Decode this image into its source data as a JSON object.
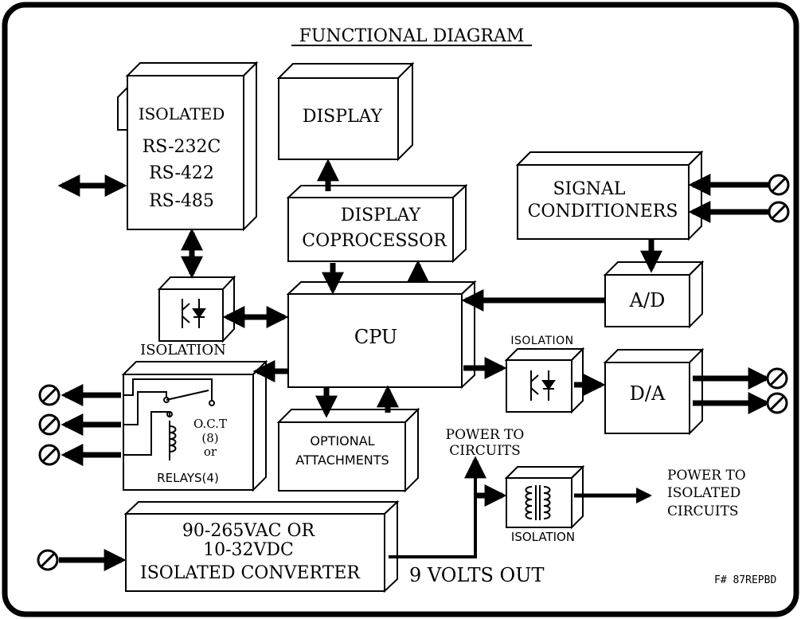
{
  "title": "FUNCTIONAL DIAGRAM",
  "blocks": {
    "isolated_comm": {
      "lines": [
        "ISOLATED",
        "RS-232C",
        "RS-422",
        "RS-485"
      ]
    },
    "display": {
      "label": "DISPLAY"
    },
    "display_coprocessor": {
      "lines": [
        "DISPLAY",
        "COPROCESSOR"
      ]
    },
    "signal_conditioners": {
      "lines": [
        "SIGNAL",
        "CONDITIONERS"
      ]
    },
    "ad": {
      "label": "A/D"
    },
    "cpu": {
      "label": "CPU"
    },
    "isolation_left": {
      "label": "ISOLATION"
    },
    "isolation_right": {
      "label": "ISOLATION"
    },
    "da": {
      "label": "D/A"
    },
    "relays": {
      "oct": "O.C.T",
      "oct_count": "(8)",
      "or": "or",
      "relays": "RELAYS(4)"
    },
    "optional_attachments": {
      "lines": [
        "OPTIONAL",
        "ATTACHMENTS"
      ]
    },
    "power_to_circuits": {
      "lines": [
        "POWER TO",
        "CIRCUITS"
      ]
    },
    "isolation_power": {
      "label": "ISOLATION"
    },
    "power_isolated": {
      "lines": [
        "POWER TO",
        "ISOLATED",
        "CIRCUITS"
      ]
    },
    "converter": {
      "lines": [
        "90-265VAC OR",
        "10-32VDC",
        "ISOLATED CONVERTER"
      ]
    },
    "volts_out": {
      "label": "9 VOLTS OUT"
    }
  },
  "figure_number": "F# 87REPBD"
}
